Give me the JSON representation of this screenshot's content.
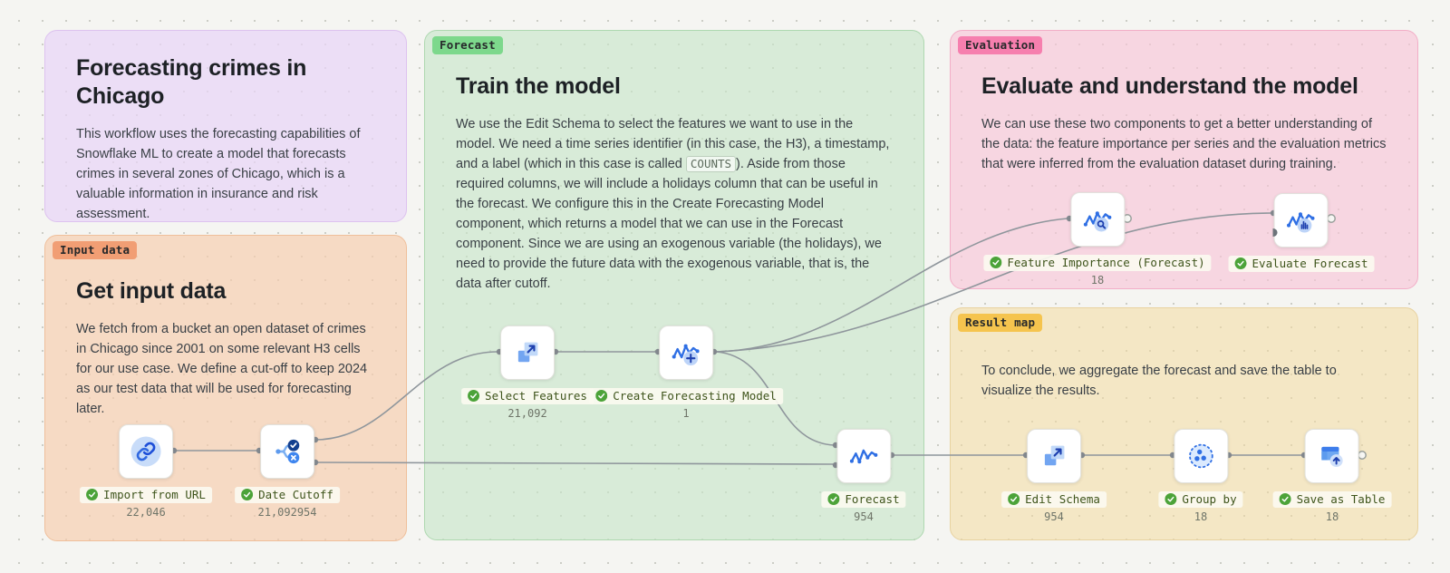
{
  "cards": {
    "intro": {
      "title": "Forecasting crimes in Chicago",
      "body": "This workflow uses the forecasting capabilities of Snowflake ML to create a model that forecasts crimes in several zones of Chicago, which is a valuable information in insurance and risk assessment."
    },
    "input": {
      "badge": "Input data",
      "title": "Get input data",
      "body": "We fetch from a bucket an open dataset of crimes in Chicago since 2001 on some relevant H3 cells for our use case. We define a cut-off to keep 2024 as our test data that will be used for forecasting later."
    },
    "forecast": {
      "badge": "Forecast",
      "title": "Train the model",
      "body_1": "We use the Edit Schema to select the features we want to use in the model. We need a time series identifier (in this case, the H3), a timestamp, and a label (which in this case is called ",
      "body_code": "COUNTS",
      "body_2": "). Aside from those required columns, we will include a holidays column that can be useful in the forecast. We configure this in the Create Forecasting Model component, which returns a model that we can use in the Forecast component. Since we are using an exogenous variable (the holidays), we need to provide the future data with the exogenous variable, that is, the data after cutoff."
    },
    "evaluation": {
      "badge": "Evaluation",
      "title": "Evaluate and understand the model",
      "body": "We can use these two components to get a better understanding of the data: the feature importance per series and the evaluation metrics that were inferred from the evaluation dataset during training."
    },
    "result": {
      "badge": "Result map",
      "body": "To conclude, we aggregate the forecast and save the table to visualize the results."
    }
  },
  "nodes": {
    "import_url": {
      "label": "Import from URL",
      "count": "22,046"
    },
    "date_cutoff": {
      "label": "Date Cutoff",
      "count": "21,092954"
    },
    "select_features": {
      "label": "Select Features",
      "count": "21,092"
    },
    "create_model": {
      "label": "Create Forecasting Model",
      "count": "1"
    },
    "feature_importance": {
      "label": "Feature Importance (Forecast)",
      "count": "18"
    },
    "evaluate_forecast": {
      "label": "Evaluate Forecast",
      "count": ""
    },
    "forecast": {
      "label": "Forecast",
      "count": "954"
    },
    "edit_schema": {
      "label": "Edit Schema",
      "count": "954"
    },
    "group_by": {
      "label": "Group by",
      "count": "18"
    },
    "save_table": {
      "label": "Save as Table",
      "count": "18"
    }
  },
  "colors": {
    "badge_input": "#f19e74",
    "badge_forecast": "#7dd88c",
    "badge_evaluation": "#f67fae",
    "badge_result": "#f5c44e",
    "node_label_text": "#3e541b",
    "edge": "#8f969c",
    "icon_blue": "#2f6fe4",
    "success_green": "#4ca339"
  }
}
